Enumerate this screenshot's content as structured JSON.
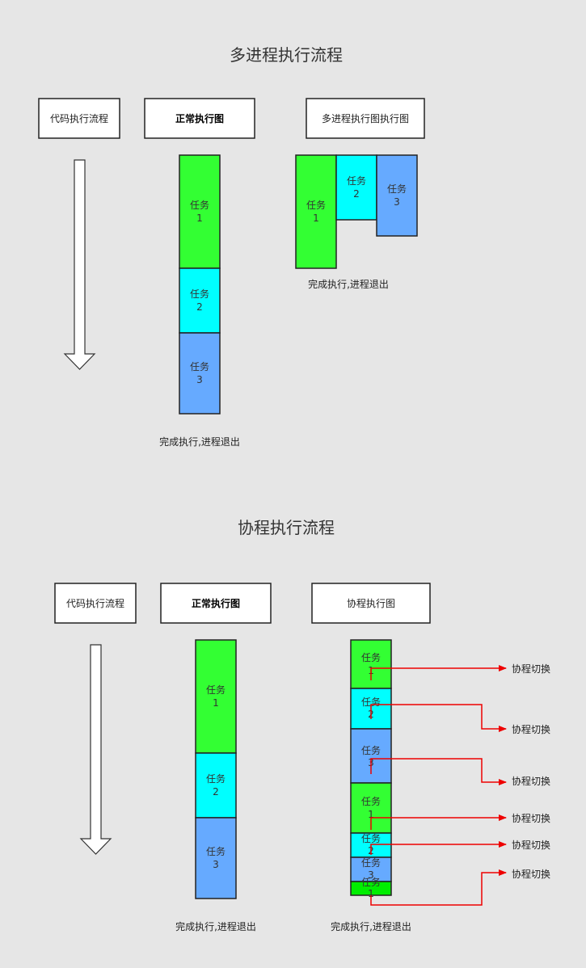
{
  "colors": {
    "background": "#e6e6e6",
    "task1": "#33ff33",
    "task1_bright": "#00ee00",
    "task2": "#00ffff",
    "task3": "#66aaff",
    "switch_line": "#ee0000",
    "border": "#222222"
  },
  "multiprocess": {
    "title": "多进程执行流程",
    "code_flow_label": "代码执行流程",
    "normal_label": "正常执行图",
    "multi_label": "多进程执行图执行图",
    "normal_tasks": [
      {
        "name": "任务",
        "num": "1"
      },
      {
        "name": "任务",
        "num": "2"
      },
      {
        "name": "任务",
        "num": "3"
      }
    ],
    "multi_tasks": [
      {
        "name": "任务",
        "num": "1"
      },
      {
        "name": "任务",
        "num": "2"
      },
      {
        "name": "任务",
        "num": "3"
      }
    ],
    "normal_done": "完成执行,进程退出",
    "multi_done": "完成执行,进程退出"
  },
  "coroutine": {
    "title": "协程执行流程",
    "code_flow_label": "代码执行流程",
    "normal_label": "正常执行图",
    "coroutine_label": "协程执行图",
    "normal_tasks": [
      {
        "name": "任务",
        "num": "1"
      },
      {
        "name": "任务",
        "num": "2"
      },
      {
        "name": "任务",
        "num": "3"
      }
    ],
    "coroutine_segments": [
      {
        "name": "任务",
        "num": "1"
      },
      {
        "name": "任务",
        "num": "2"
      },
      {
        "name": "任务",
        "num": "3"
      },
      {
        "name": "任务",
        "num": "1"
      },
      {
        "name": "任务",
        "num": "2"
      },
      {
        "name": "任务",
        "num": "3"
      },
      {
        "name": "任务",
        "num": "1"
      }
    ],
    "switch_labels": [
      "协程切换",
      "协程切换",
      "协程切换",
      "协程切换",
      "协程切换",
      "协程切换"
    ],
    "normal_done": "完成执行,进程退出",
    "coroutine_done": "完成执行,进程退出"
  }
}
